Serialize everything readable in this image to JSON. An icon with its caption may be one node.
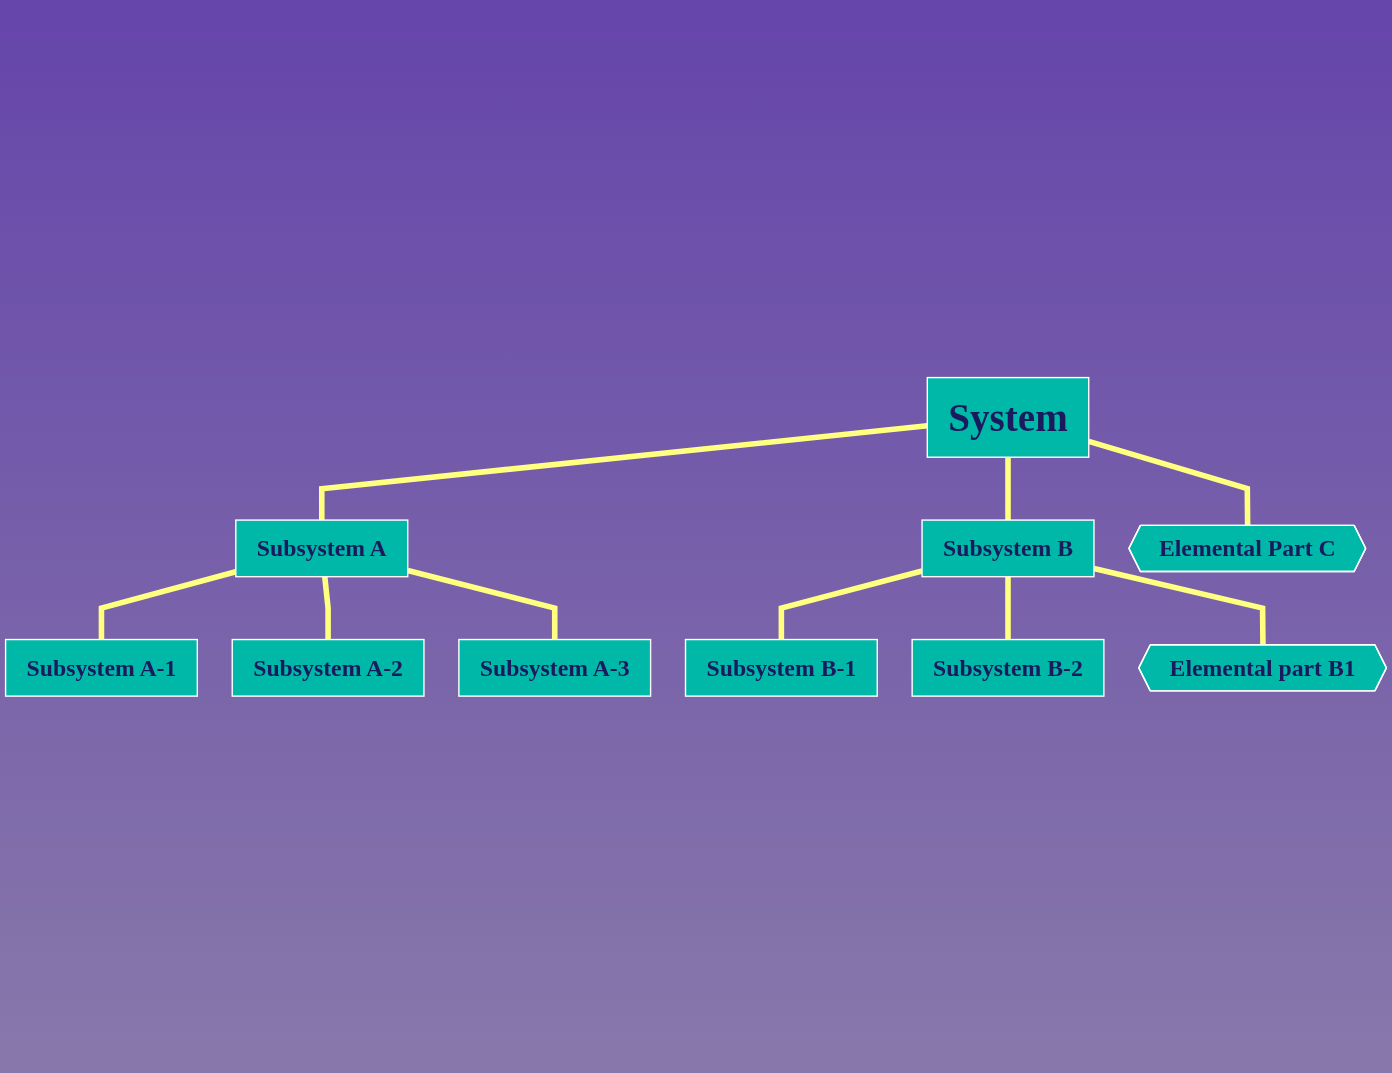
{
  "diagram": {
    "nodes": [
      {
        "text": [
          "System"
        ]
      },
      {
        "text": [
          "Subsystem A"
        ]
      },
      {
        "text": [
          "Subsystem B"
        ]
      },
      {
        "text": [
          "Elemental Part C"
        ]
      },
      {
        "text": [
          "Subsystem A-1"
        ]
      },
      {
        "text": [
          "Subsystem A-2"
        ]
      },
      {
        "text": [
          "Subsystem A-3"
        ]
      },
      {
        "text": [
          "Subsystem B-1"
        ]
      },
      {
        "text": [
          "Subsystem B-2"
        ]
      },
      {
        "text": [
          "Elemental part B1"
        ]
      }
    ],
    "edges": [
      {
        "from": 0,
        "to": 1,
        "arrow": "none"
      },
      {
        "from": 0,
        "to": 2,
        "arrow": "none"
      },
      {
        "from": 0,
        "to": 3,
        "arrow": "none"
      },
      {
        "from": 1,
        "to": 4,
        "arrow": "none"
      },
      {
        "from": 1,
        "to": 5,
        "arrow": "none"
      },
      {
        "from": 1,
        "to": 6,
        "arrow": "none"
      },
      {
        "from": 2,
        "to": 7,
        "arrow": "none"
      },
      {
        "from": 2,
        "to": 8,
        "arrow": "none"
      },
      {
        "from": 2,
        "to": 9,
        "arrow": "none"
      }
    ]
  }
}
